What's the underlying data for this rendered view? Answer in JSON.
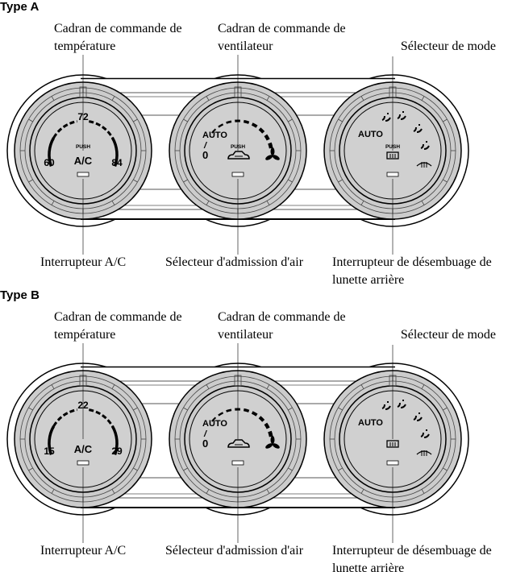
{
  "panels": [
    {
      "type_label": "Type A",
      "callouts": {
        "temp_dial": [
          "Cadran de commande de",
          "température"
        ],
        "fan_dial": [
          "Cadran de commande de",
          "ventilateur"
        ],
        "mode_selector": [
          "Sélecteur de mode"
        ],
        "ac_switch": [
          "Interrupteur A/C"
        ],
        "air_intake": [
          "Sélecteur d'admission d'air"
        ],
        "rear_defrost": [
          "Interrupteur de désembuage de",
          "lunette arrière"
        ]
      },
      "temp": {
        "low": "60",
        "mid": "72",
        "high": "84"
      },
      "ac_label": "A/C",
      "push_label": "PUSH",
      "fan": {
        "auto": "AUTO",
        "slash": "/",
        "zero": "0"
      },
      "mode": {
        "auto": "AUTO"
      },
      "show_push": true
    },
    {
      "type_label": "Type B",
      "callouts": {
        "temp_dial": [
          "Cadran de commande de",
          "température"
        ],
        "fan_dial": [
          "Cadran de commande de",
          "ventilateur"
        ],
        "mode_selector": [
          "Sélecteur de mode"
        ],
        "ac_switch": [
          "Interrupteur A/C"
        ],
        "air_intake": [
          "Sélecteur d'admission d'air"
        ],
        "rear_defrost": [
          "Interrupteur de désembuage de",
          "lunette arrière"
        ]
      },
      "temp": {
        "low": "15",
        "mid": "22",
        "high": "29"
      },
      "ac_label": "A/C",
      "push_label": "",
      "fan": {
        "auto": "AUTO",
        "slash": "/",
        "zero": "0"
      },
      "mode": {
        "auto": "AUTO"
      },
      "show_push": false
    }
  ],
  "icons": [
    "fan-icon",
    "recirculation-car-icon",
    "rear-defrost-icon",
    "windshield-defrost-icon",
    "vent-face-icon",
    "bi-level-icon",
    "floor-icon",
    "floor-defrost-icon"
  ]
}
